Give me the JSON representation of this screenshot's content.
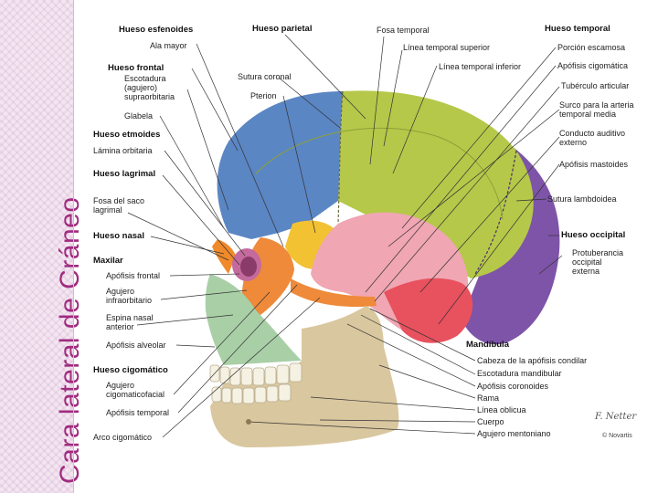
{
  "sidebar": {
    "title": "Cara lateral de Cráneo"
  },
  "labels": {
    "hueso_esfenoides": "Hueso esfenoides",
    "ala_mayor": "Ala mayor",
    "hueso_frontal": "Hueso frontal",
    "escotadura": [
      "Escotadura",
      "(agujero)",
      "supraorbitaria"
    ],
    "glabela": "Glabela",
    "hueso_etmoides": "Hueso etmoides",
    "lamina_orbitaria": "Lámina orbitaria",
    "hueso_lagrimal": "Hueso lagrimal",
    "fosa_saco": [
      "Fosa del saco",
      "lagrimal"
    ],
    "hueso_nasal": "Hueso nasal",
    "maxilar": "Maxilar",
    "apofisis_frontal": "Apófisis frontal",
    "agujero_infraorbitario": [
      "Agujero",
      "infraorbitario"
    ],
    "espina_nasal": [
      "Espina nasal",
      "anterior"
    ],
    "apofisis_alveolar": "Apófisis alveolar",
    "hueso_cigomatico": "Hueso cigomático",
    "agujero_cigomaticofacial": [
      "Agujero",
      "cigomaticofacial"
    ],
    "apofisis_temporal": "Apófisis temporal",
    "arco_cigomatico": "Arco cigomático",
    "hueso_parietal": "Hueso parietal",
    "sutura_coronal": "Sutura coronal",
    "pterion": "Pterion",
    "fosa_temporal": "Fosa temporal",
    "linea_temporal_superior": "Línea temporal superior",
    "linea_temporal_inferior": "Línea temporal inferior",
    "hueso_temporal": "Hueso temporal",
    "porcion_escamosa": "Porción escamosa",
    "apofisis_cigomatica": "Apófisis cigomática",
    "tuberculo_articular": "Tubérculo articular",
    "surco_arteria": [
      "Surco para la arteria",
      "temporal media"
    ],
    "conducto_auditivo": [
      "Conducto auditivo",
      "externo"
    ],
    "apofisis_mastoides": "Apófisis mastoides",
    "sutura_lambdoidea": "Sutura lambdoidea",
    "hueso_occipital": "Hueso occipital",
    "protuberancia": [
      "Protuberancia",
      "occipital",
      "externa"
    ],
    "mandibula": "Mandíbula",
    "cabeza_condilar": "Cabeza de la apófisis condilar",
    "escotadura_mandibular": "Escotadura mandibular",
    "apofisis_coronoides": "Apófisis coronoides",
    "rama": "Rama",
    "linea_oblicua": "Línea oblicua",
    "cuerpo": "Cuerpo",
    "agujero_mentoniano": "Agujero mentoniano",
    "signature": "F. Netter",
    "copyright": "© Novartis"
  },
  "colors": {
    "frontal": "#5b86c4",
    "parietal": "#b5c84a",
    "temporal": "#f0a6b3",
    "occipital": "#7d54a8",
    "sphenoid": "#f2c233",
    "zygomatic": "#ee8a3a",
    "maxilla": "#a9cfa7",
    "mandible": "#d9c79f",
    "nasal": "#f08a2a",
    "lacrimal": "#c46a9c",
    "sidebar_title": "#a02c7f"
  }
}
